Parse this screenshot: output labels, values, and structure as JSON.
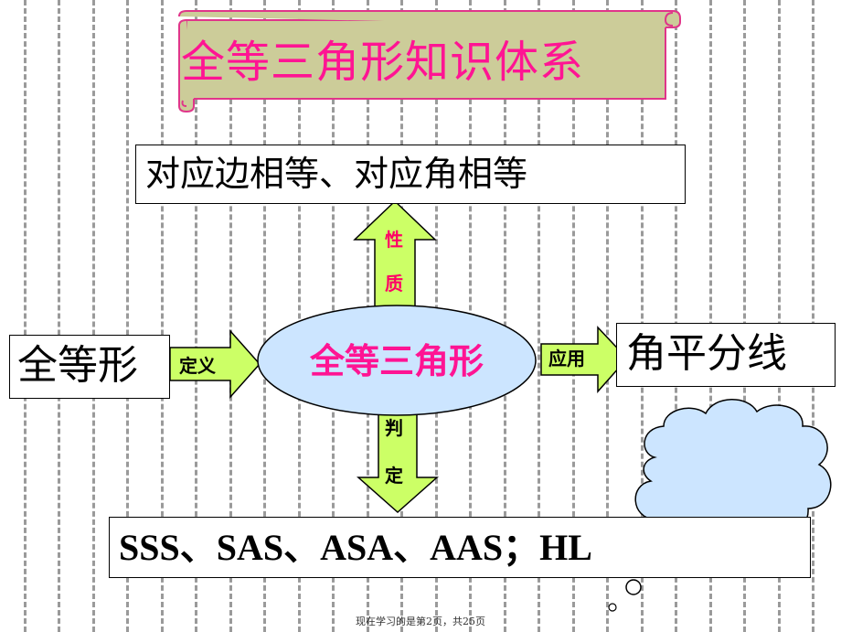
{
  "title": "全等三角形知识体系",
  "center": "全等三角形",
  "property": {
    "arrow_label_1": "性",
    "arrow_label_2": "质",
    "box_text": "对应边相等、对应角相等"
  },
  "definition": {
    "arrow_label": "定义",
    "box_text": "全等形"
  },
  "application": {
    "arrow_label": "应用",
    "box_text": "角平分线"
  },
  "judgement": {
    "arrow_label_1": "判",
    "arrow_label_2": "定",
    "box_text": "SSS、SAS、ASA、AAS；HL"
  },
  "footer": "现在学习的是第2页，共25页",
  "colors": {
    "title_bg": "#cccc99",
    "title_text": "#ff1493",
    "arrow_fill": "#ccff66",
    "ellipse_fill": "#cce5ff",
    "label_red": "#ff0066"
  }
}
